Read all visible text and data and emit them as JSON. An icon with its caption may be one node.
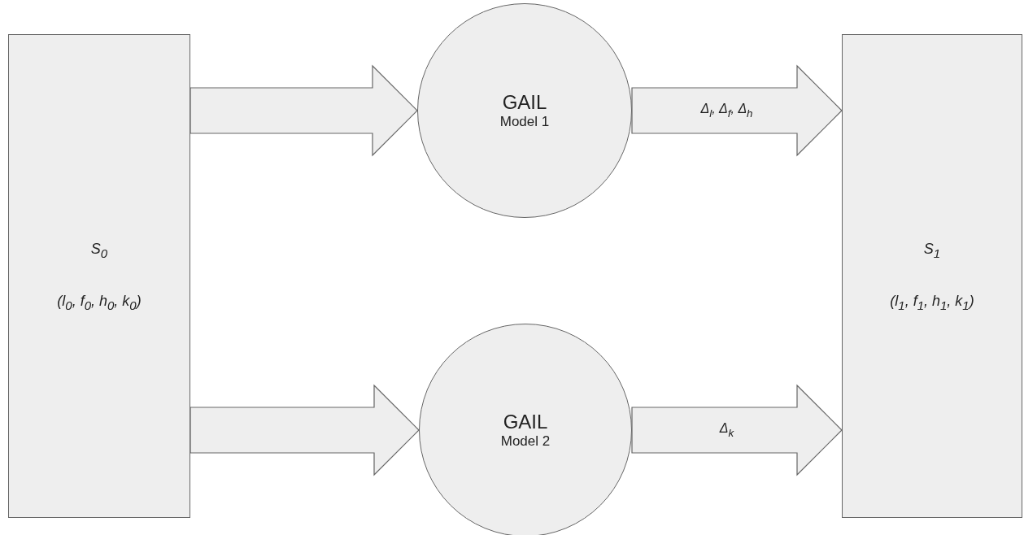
{
  "diagram": {
    "nodes": [
      {
        "text": [
          "S$_{0}$",
          "(l$_{0}$, f$_{0}$, h$_{0}$, k$_{0}$)"
        ]
      },
      {
        "text": [
          "GAIL",
          "Model 1"
        ]
      },
      {
        "text": [
          "GAIL",
          "Model 2"
        ]
      },
      {
        "text": [
          "S$_{1}$",
          "(l$_{1}$, f$_{1}$, h$_{1}$, k$_{1}$)"
        ]
      }
    ],
    "edges": [
      {
        "from": 0,
        "to": 1,
        "arrow": "to"
      },
      {
        "from": 0,
        "to": 2,
        "arrow": "to"
      },
      {
        "from": 1,
        "to": 3,
        "arrow": "to",
        "label": "Δ$_{l}$, Δ$_{f}$, Δ$_{h}$"
      },
      {
        "from": 2,
        "to": 3,
        "arrow": "to",
        "label": "Δ$_{k}$"
      }
    ]
  }
}
